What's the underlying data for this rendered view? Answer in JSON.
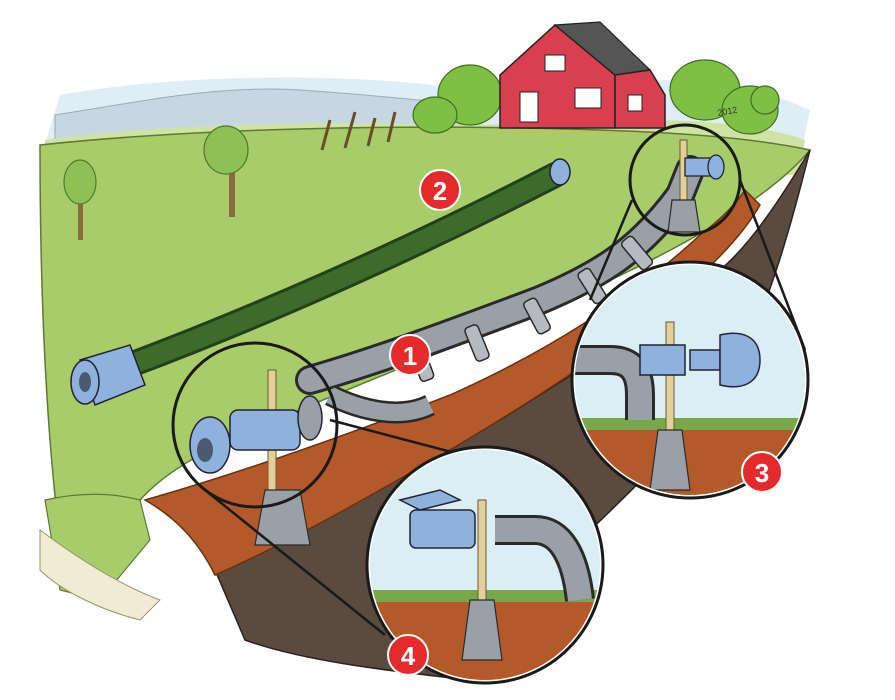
{
  "illustration": {
    "signature": "2012",
    "callouts": [
      {
        "id": "badge-1",
        "label": "1"
      },
      {
        "id": "badge-2",
        "label": "2"
      },
      {
        "id": "badge-3",
        "label": "3"
      },
      {
        "id": "badge-4",
        "label": "4"
      }
    ],
    "colors": {
      "sky": "#dfeef6",
      "grass": "#a8cc6a",
      "soil": "#b45a2a",
      "dark_earth": "#5a4a3f",
      "hose": "#3d6b2c",
      "pipe": "#9aa0a8",
      "coupling": "#8fb1dd",
      "badge": "#e42a2a",
      "barn": "#d93f4f"
    }
  }
}
